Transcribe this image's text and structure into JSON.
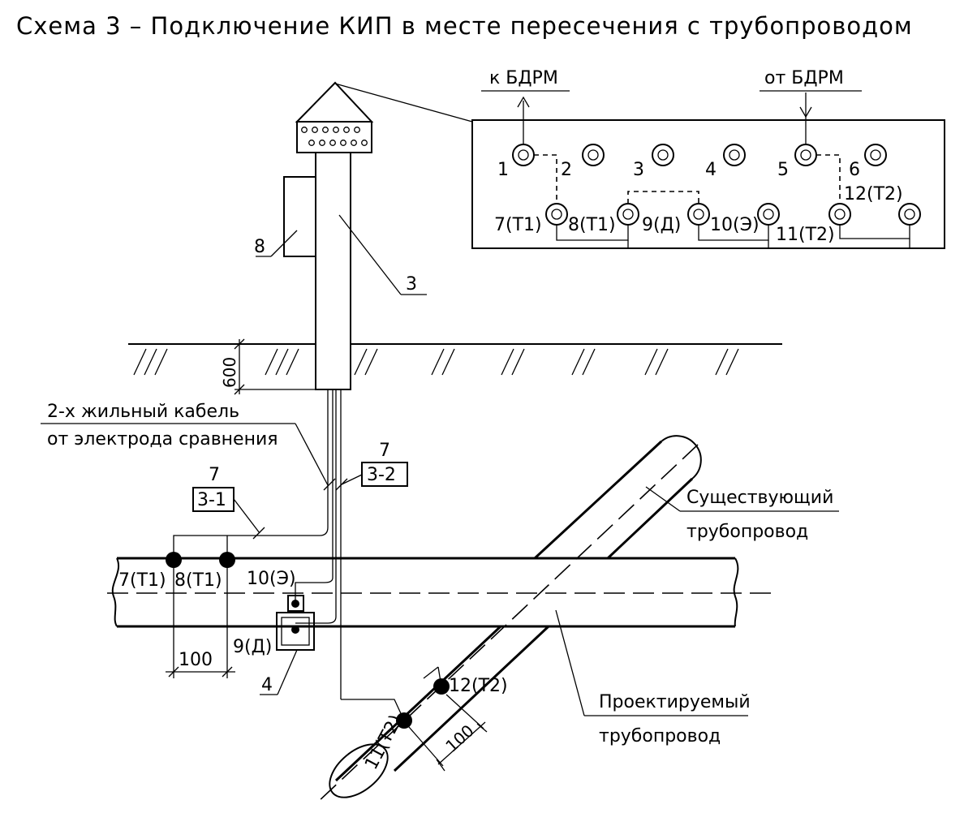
{
  "title": "Схема 3 – Подключение КИП в месте пересечения с трубопроводом",
  "top_box": {
    "to_bdrm": "к БДРМ",
    "from_bdrm": "от БДРМ",
    "top_terminals": [
      "1",
      "2",
      "3",
      "4",
      "5",
      "6"
    ],
    "bottom_terminals": [
      "7(Т1)",
      "8(Т1)",
      "9(Д)",
      "10(Э)",
      "11(Т2)",
      "12(Т2)"
    ]
  },
  "labels": {
    "post": "3",
    "box_side": "8",
    "depth": "600",
    "cable_line1": "2-х жильный кабель",
    "cable_line2": "от электрода сравнения",
    "cable_left_num": "7",
    "cable_left_code": "3-1",
    "cable_right_num": "7",
    "cable_right_code": "3-2",
    "existing_line1": "Существующий",
    "existing_line2": "трубопровод",
    "designed_line1": "Проектируемый",
    "designed_line2": "трубопровод",
    "pipe_t1a": "7(Т1)",
    "pipe_t1b": "8(Т1)",
    "pipe_e": "10(Э)",
    "pipe_d": "9(Д)",
    "electrode": "4",
    "dim_left": "100",
    "pipe_t2a": "11(Т2)",
    "pipe_t2b": "12(Т2)",
    "dim_right": "100"
  }
}
